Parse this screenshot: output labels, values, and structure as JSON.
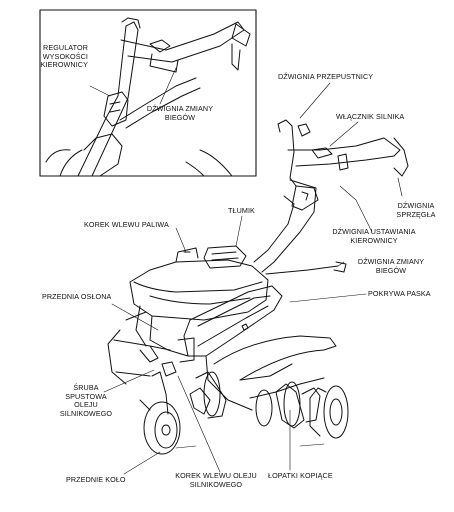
{
  "colors": {
    "ink": "#111111",
    "background": "#ffffff"
  },
  "inset": {
    "labels": {
      "steering_height_regulator": "REGULATOR\nWYSOKOŚCI\nKIEROWNICY",
      "gear_lever": "DŹWIGNIA ZMIANY\nBIEGÓW"
    }
  },
  "main": {
    "labels": {
      "throttle_lever": "DŹWIGNIA PRZEPUSTNICY",
      "engine_switch": "WŁĄCZNIK SILNIKA",
      "clutch_lever": "DŹWIGNIA\nSPRZĘGŁA",
      "steering_adjust_lever": "DŹWIGNIA USTAWIANIA\nKIEROWNICY",
      "gear_shift_lever": "DŹWIGNIA ZMIANY\nBIEGÓW",
      "belt_cover": "POKRYWA PASKA",
      "muffler": "TŁUMIK",
      "fuel_filler_cap": "KOREK WLEWU PALIWA",
      "front_guard": "PRZEDNIA OSŁONA",
      "oil_drain_bolt": "ŚRUBA\nSPUSTOWA\nOLEJU\nSILNIKOWEGO",
      "front_wheel": "PRZEDNIE KOŁO",
      "oil_filler_cap": "KOREK WLEWU OLEJU\nSILNIKOWEGO",
      "tines": "ŁOPATKI KOPIĄCE"
    }
  }
}
